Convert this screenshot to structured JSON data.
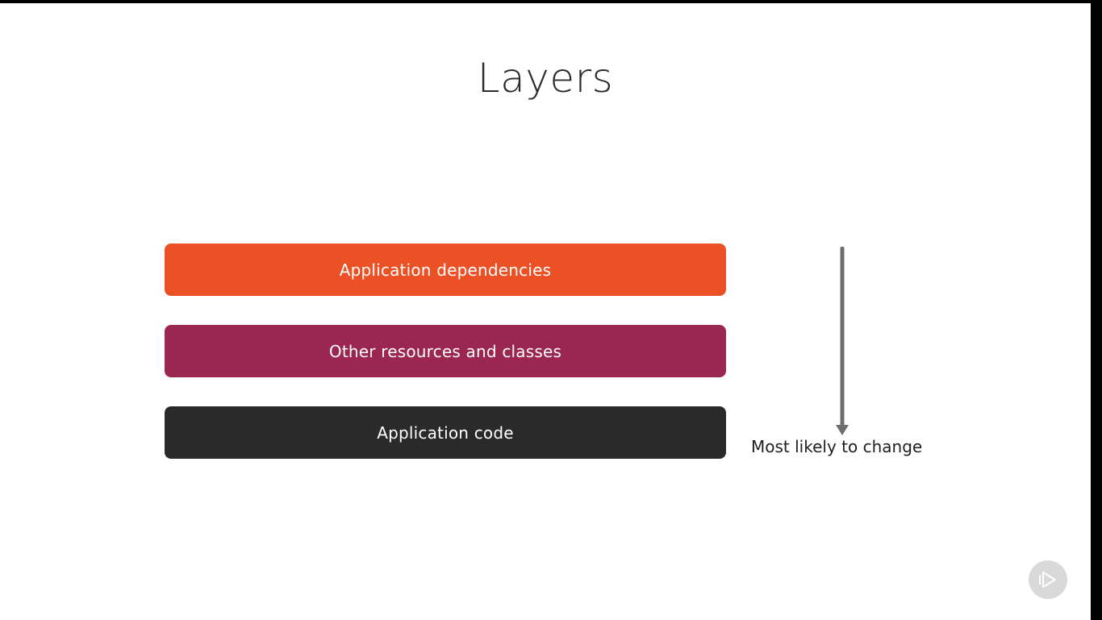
{
  "slide": {
    "title": "Layers",
    "layers": [
      {
        "label": "Application dependencies",
        "color": "#ec5126"
      },
      {
        "label": "Other resources and classes",
        "color": "#9b2650"
      },
      {
        "label": "Application code",
        "color": "#2a2a2a"
      }
    ],
    "arrow": {
      "label": "Most likely to change",
      "color": "#6e6e6e"
    }
  },
  "icons": {
    "brand": "play-logo-icon"
  }
}
